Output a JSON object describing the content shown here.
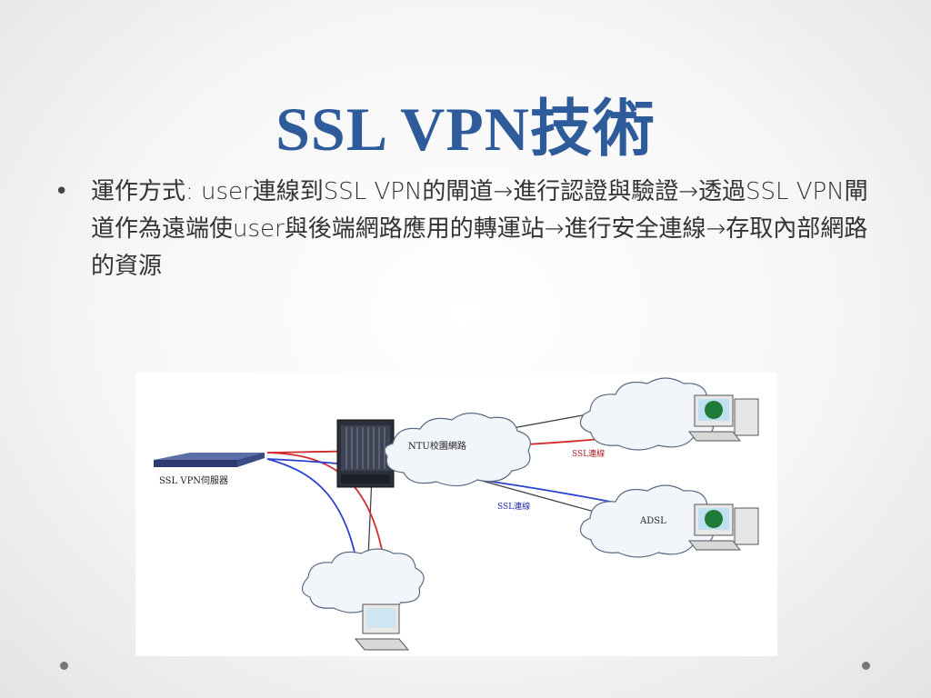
{
  "slide": {
    "title": "SSL VPN技術",
    "bullet_marker": "•",
    "bullet_text": "運作方式: user連線到SSL VPN的閘道→進行認證與驗證→透過SSL VPN閘道作為遠端使user與後端網路應用的轉運站→進行安全連線→存取內部網路的資源"
  },
  "diagram": {
    "device_label": "SSL VPN伺服器",
    "cloud_center_label": "NTU校園網路",
    "cloud_right_bottom_label": "ADSL",
    "link_label_top": "SSL連線",
    "link_label_mid": "SSL連線",
    "colors": {
      "red_link": "#d42a2a",
      "blue_link": "#2a3fd4",
      "gray_link": "#444444"
    }
  }
}
